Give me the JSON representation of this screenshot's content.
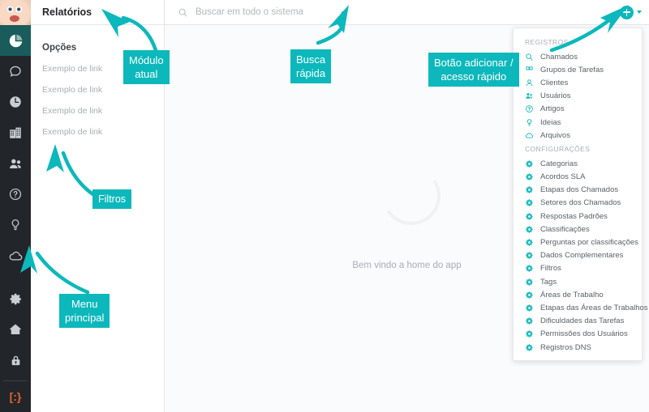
{
  "rail": {
    "avatar_name": "user-avatar",
    "items": [
      {
        "name": "dashboard",
        "icon": "pie-chart-icon",
        "active": true
      },
      {
        "name": "chat",
        "icon": "chat-bubble-icon",
        "active": false
      },
      {
        "name": "time",
        "icon": "clock-icon",
        "active": false
      },
      {
        "name": "company",
        "icon": "building-icon",
        "active": false
      },
      {
        "name": "users",
        "icon": "users-icon",
        "active": false
      },
      {
        "name": "help",
        "icon": "question-circle-icon",
        "active": false
      },
      {
        "name": "ideas",
        "icon": "lightbulb-icon",
        "active": false
      },
      {
        "name": "cloud",
        "icon": "cloud-icon",
        "active": false
      }
    ],
    "bottom_items": [
      {
        "name": "settings",
        "icon": "gear-icon",
        "active": false
      },
      {
        "name": "home",
        "icon": "home-icon",
        "active": false
      },
      {
        "name": "security",
        "icon": "lock-icon",
        "active": false
      }
    ],
    "brand": "[:}"
  },
  "subnav": {
    "title": "Relatórios",
    "section_label": "Opções",
    "links": [
      "Exemplo de link",
      "Exemplo de link",
      "Exemplo de link",
      "Exemplo de link"
    ]
  },
  "search": {
    "placeholder": "Buscar em todo o sistema",
    "value": "",
    "icon": "search-icon"
  },
  "topbar": {
    "add_button_icon": "plus-circle-icon",
    "caret_icon": "chevron-down-icon"
  },
  "main": {
    "welcome_text": "Bem vindo a home do app",
    "spinner": "loading-spinner"
  },
  "dropdown": {
    "groups": [
      {
        "label": "REGISTROS",
        "items": [
          {
            "label": "Chamados",
            "icon": "ticket-search-icon"
          },
          {
            "label": "Grupos de Tarefas",
            "icon": "task-group-icon"
          },
          {
            "label": "Clientes",
            "icon": "client-icon"
          },
          {
            "label": "Usuários",
            "icon": "users-icon"
          },
          {
            "label": "Artigos",
            "icon": "question-circle-icon"
          },
          {
            "label": "Ideias",
            "icon": "lightbulb-icon"
          },
          {
            "label": "Arquivos",
            "icon": "cloud-icon"
          }
        ]
      },
      {
        "label": "CONFIGURAÇÕES",
        "items": [
          {
            "label": "Categorias",
            "icon": "gear-icon"
          },
          {
            "label": "Acordos SLA",
            "icon": "gear-icon"
          },
          {
            "label": "Etapas dos Chamados",
            "icon": "gear-icon"
          },
          {
            "label": "Setores dos Chamados",
            "icon": "gear-icon"
          },
          {
            "label": "Respostas Padrões",
            "icon": "gear-icon"
          },
          {
            "label": "Classificações",
            "icon": "gear-icon"
          },
          {
            "label": "Perguntas por classificações",
            "icon": "gear-icon"
          },
          {
            "label": "Dados Complementares",
            "icon": "gear-icon"
          },
          {
            "label": "Filtros",
            "icon": "gear-icon"
          },
          {
            "label": "Tags",
            "icon": "gear-icon"
          },
          {
            "label": "Áreas de Trabalho",
            "icon": "gear-icon"
          },
          {
            "label": "Etapas das Áreas de Trabalhos",
            "icon": "gear-icon"
          },
          {
            "label": "Dificuldades das Tarefas",
            "icon": "gear-icon"
          },
          {
            "label": "Permissões dos Usuários",
            "icon": "gear-icon"
          },
          {
            "label": "Registros DNS",
            "icon": "gear-icon"
          }
        ]
      }
    ]
  },
  "annotations": {
    "module": "Módulo\natual",
    "search": "Busca\nrápida",
    "add": "Botão adicionar /\nacesso rápido",
    "filters": "Filtros",
    "menu": "Menu\nprincipal"
  },
  "colors": {
    "accent": "#0cb8bb",
    "rail_bg": "#22262b",
    "rail_active": "#1a5b5b",
    "brand_orange": "#e8642c",
    "canvas_bg": "#fafbfc"
  }
}
